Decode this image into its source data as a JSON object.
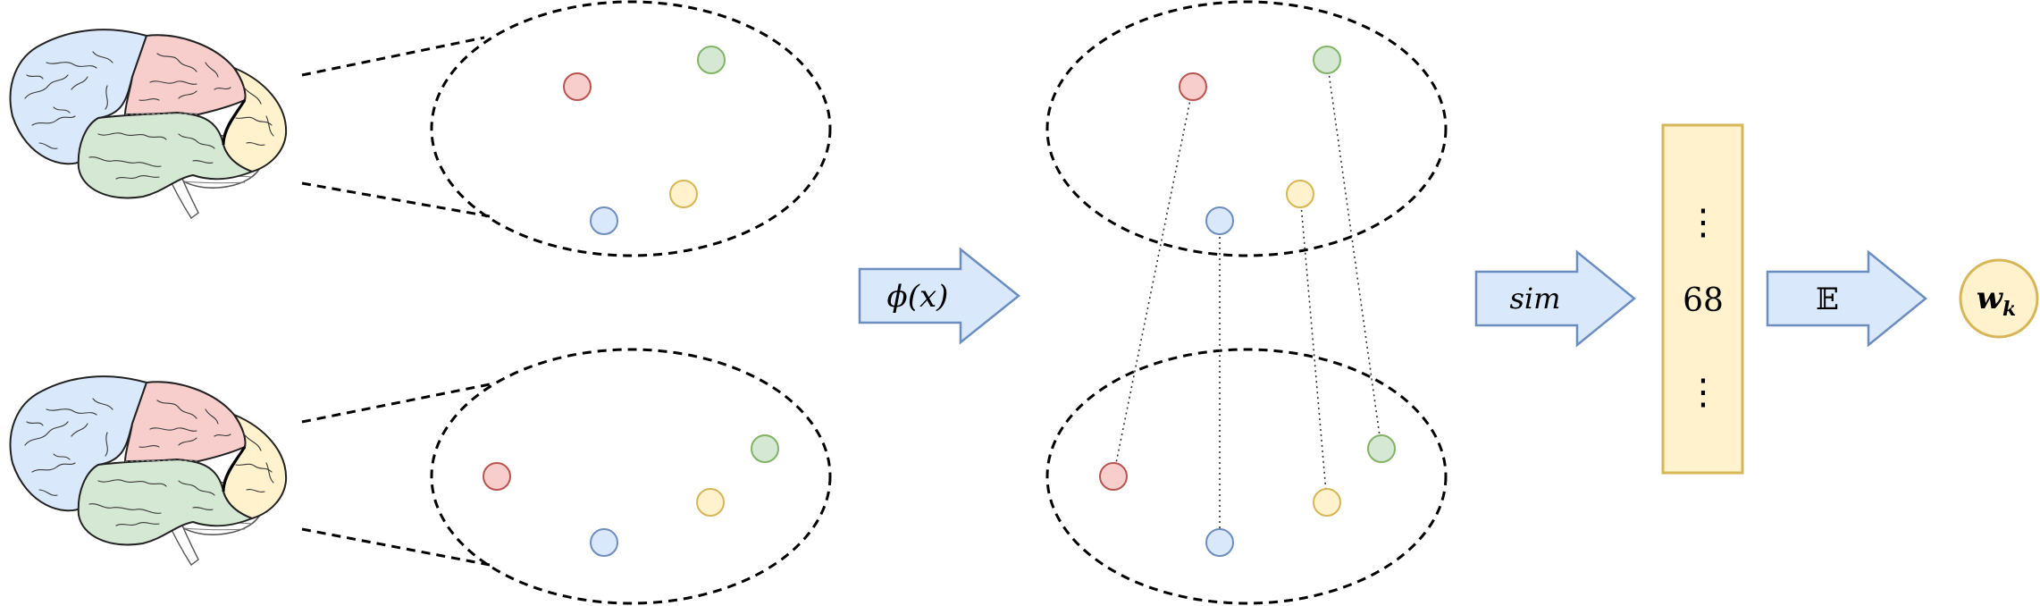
{
  "labels": {
    "phi": "ϕ(x)",
    "sim": "sim",
    "expectation": "𝔼",
    "vector_value": "68",
    "vector_dots": "⋮",
    "output": "w",
    "output_subscript": "k"
  },
  "colors": {
    "red_fill": "#f8cecc",
    "red_stroke": "#b85450",
    "green_fill": "#d5e8d4",
    "green_stroke": "#82b366",
    "yellow_fill": "#fff2cc",
    "yellow_stroke": "#d6b656",
    "blue_fill": "#dae8fc",
    "blue_stroke": "#6c8ebf",
    "arrow_fill": "#dae8fc",
    "arrow_stroke": "#6c8ebf",
    "vector_fill": "#fff2cc",
    "vector_stroke": "#d6b656"
  }
}
